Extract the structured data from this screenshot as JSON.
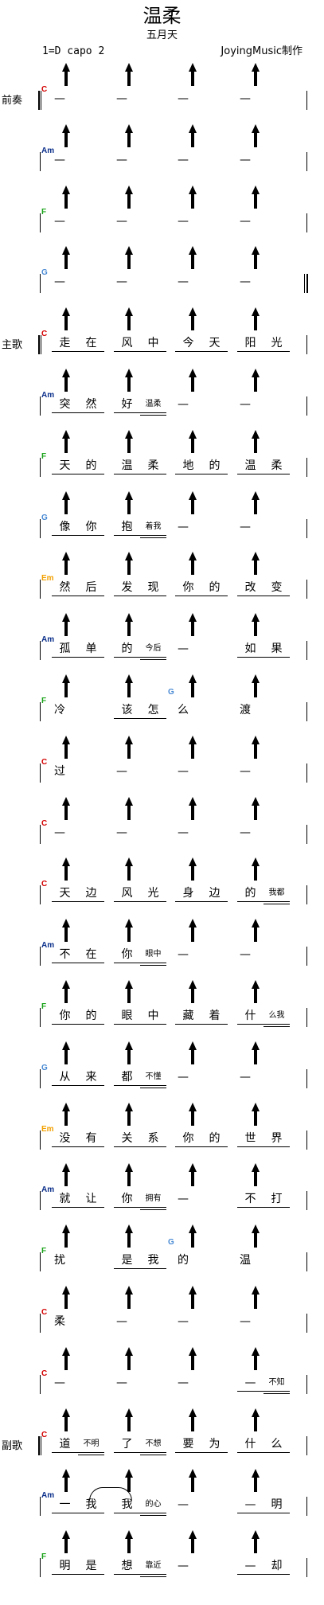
{
  "header": {
    "title": "温柔",
    "artist": "五月天",
    "key": "1=D capo 2",
    "credit": "JoyingMusic制作"
  },
  "rows": [
    {
      "section": "前奏",
      "chord": "C",
      "chord_color": "#d40000",
      "cells": [
        [
          "—"
        ],
        [
          "—"
        ],
        [
          "—"
        ],
        [
          "—"
        ]
      ]
    },
    {
      "chord": "Am",
      "chord_color": "#0b2f8a",
      "cells": [
        [
          "—"
        ],
        [
          "—"
        ],
        [
          "—"
        ],
        [
          "—"
        ]
      ]
    },
    {
      "chord": "F",
      "chord_color": "#1aa31a",
      "cells": [
        [
          "—"
        ],
        [
          "—"
        ],
        [
          "—"
        ],
        [
          "—"
        ]
      ]
    },
    {
      "chord": "G",
      "chord_color": "#4a8ad4",
      "cells": [
        [
          "—"
        ],
        [
          "—"
        ],
        [
          "—"
        ],
        [
          "—"
        ]
      ]
    },
    {
      "section": "主歌",
      "chord": "C",
      "chord_color": "#d40000",
      "cells": [
        [
          "走",
          "在"
        ],
        [
          "风",
          "中"
        ],
        [
          "今",
          "天"
        ],
        [
          "阳",
          "光"
        ]
      ]
    },
    {
      "chord": "Am",
      "chord_color": "#0b2f8a",
      "cells": [
        [
          "突",
          "然"
        ],
        [
          "好",
          "温柔"
        ],
        [
          "—"
        ],
        [
          "—"
        ]
      ]
    },
    {
      "chord": "F",
      "chord_color": "#1aa31a",
      "cells": [
        [
          "天",
          "的"
        ],
        [
          "温",
          "柔"
        ],
        [
          "地",
          "的"
        ],
        [
          "温",
          "柔"
        ]
      ]
    },
    {
      "chord": "G",
      "chord_color": "#4a8ad4",
      "cells": [
        [
          "像",
          "你"
        ],
        [
          "抱",
          "着我"
        ],
        [
          "—"
        ],
        [
          "—"
        ]
      ]
    },
    {
      "chord": "Em",
      "chord_color": "#f2a000",
      "cells": [
        [
          "然",
          "后"
        ],
        [
          "发",
          "现"
        ],
        [
          "你",
          "的"
        ],
        [
          "改",
          "变"
        ]
      ]
    },
    {
      "chord": "Am",
      "chord_color": "#0b2f8a",
      "cells": [
        [
          "孤",
          "单"
        ],
        [
          "的",
          "今后"
        ],
        [
          "—"
        ],
        [
          "如",
          "果"
        ]
      ]
    },
    {
      "chord": "F",
      "chord_color": "#1aa31a",
      "chord2": "G",
      "chord2_color": "#4a8ad4",
      "cells": [
        [
          "冷"
        ],
        [
          "该",
          "怎"
        ],
        [
          "么"
        ],
        [
          "渡"
        ]
      ]
    },
    {
      "chord": "C",
      "chord_color": "#d40000",
      "cells": [
        [
          "过"
        ],
        [
          "—"
        ],
        [
          "—"
        ],
        [
          "—"
        ]
      ]
    },
    {
      "chord": "C",
      "chord_color": "#d40000",
      "cells": [
        [
          "—"
        ],
        [
          "—"
        ],
        [
          "—"
        ],
        [
          "—"
        ]
      ]
    },
    {
      "chord": "C",
      "chord_color": "#d40000",
      "cells": [
        [
          "天",
          "边"
        ],
        [
          "风",
          "光"
        ],
        [
          "身",
          "边"
        ],
        [
          "的",
          "我都"
        ]
      ]
    },
    {
      "chord": "Am",
      "chord_color": "#0b2f8a",
      "cells": [
        [
          "不",
          "在"
        ],
        [
          "你",
          "眼中"
        ],
        [
          "—"
        ],
        [
          "—"
        ]
      ]
    },
    {
      "chord": "F",
      "chord_color": "#1aa31a",
      "cells": [
        [
          "你",
          "的"
        ],
        [
          "眼",
          "中"
        ],
        [
          "藏",
          "着"
        ],
        [
          "什",
          "么我"
        ]
      ]
    },
    {
      "chord": "G",
      "chord_color": "#4a8ad4",
      "cells": [
        [
          "从",
          "来"
        ],
        [
          "都",
          "不懂"
        ],
        [
          "—"
        ],
        [
          "—"
        ]
      ]
    },
    {
      "chord": "Em",
      "chord_color": "#f2a000",
      "cells": [
        [
          "没",
          "有"
        ],
        [
          "关",
          "系"
        ],
        [
          "你",
          "的"
        ],
        [
          "世",
          "界"
        ]
      ]
    },
    {
      "chord": "Am",
      "chord_color": "#0b2f8a",
      "cells": [
        [
          "就",
          "让"
        ],
        [
          "你",
          "拥有"
        ],
        [
          "—"
        ],
        [
          "不",
          "打"
        ]
      ]
    },
    {
      "chord": "F",
      "chord_color": "#1aa31a",
      "chord2": "G",
      "chord2_color": "#4a8ad4",
      "cells": [
        [
          "扰"
        ],
        [
          "是",
          "我"
        ],
        [
          "的"
        ],
        [
          "温"
        ]
      ]
    },
    {
      "chord": "C",
      "chord_color": "#d40000",
      "cells": [
        [
          "柔"
        ],
        [
          "—"
        ],
        [
          "—"
        ],
        [
          "—"
        ]
      ]
    },
    {
      "chord": "C",
      "chord_color": "#d40000",
      "cells": [
        [
          "—"
        ],
        [
          "—"
        ],
        [
          "—"
        ],
        [
          "—",
          "不知"
        ]
      ]
    },
    {
      "section": "副歌",
      "chord": "C",
      "chord_color": "#d40000",
      "cells": [
        [
          "道",
          "不明"
        ],
        [
          "了",
          "不想"
        ],
        [
          "要",
          "为"
        ],
        [
          "什",
          "么"
        ]
      ]
    },
    {
      "chord": "Am",
      "chord_color": "#0b2f8a",
      "cells": [
        [
          "一",
          "我"
        ],
        [
          "我",
          "的心"
        ],
        [
          "—"
        ],
        [
          "—",
          "明"
        ]
      ]
    },
    {
      "chord": "F",
      "chord_color": "#1aa31a",
      "cells": [
        [
          "明",
          "是"
        ],
        [
          "想",
          "靠近"
        ],
        [
          "—"
        ],
        [
          "—",
          "却"
        ]
      ]
    }
  ]
}
